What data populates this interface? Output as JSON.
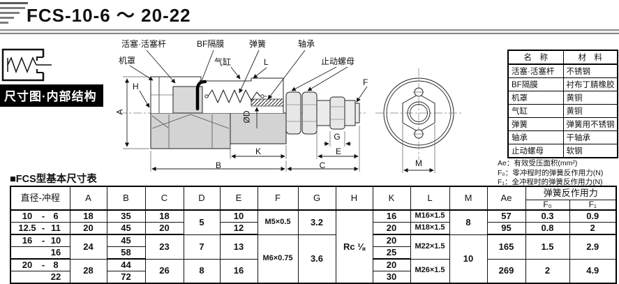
{
  "page": {
    "title": "FCS-10-6 ～ 20-22",
    "section_label": "尺寸图·内部结构"
  },
  "diagram": {
    "labels": {
      "piston": "活塞·活塞杆",
      "cover": "机罩",
      "bf": "BF隔膜",
      "cylinder": "气缸",
      "spring": "弹簧",
      "bearing": "轴承",
      "stop_nut": "止动螺母",
      "dim_a": "A",
      "dim_h": "H",
      "dim_l": "L",
      "dim_f": "F",
      "dim_od": "ØD",
      "dim_k": "K",
      "dim_b": "B",
      "dim_c": "C",
      "dim_e": "E",
      "dim_g": "G",
      "dim_m": "M"
    }
  },
  "materials_table": {
    "headers": [
      "名　称",
      "材　料"
    ],
    "rows": [
      [
        "活塞·活塞杆",
        "不锈钢"
      ],
      [
        "BF隔膜",
        "衬布丁腈橡胶"
      ],
      [
        "机罩",
        "黄铜"
      ],
      [
        "气缸",
        "黄铜"
      ],
      [
        "弹簧",
        "弹簧用不锈钢"
      ],
      [
        "轴承",
        "干轴承"
      ],
      [
        "止动螺母",
        "软钢"
      ]
    ]
  },
  "notes": [
    "Ae：有效受压面积(mm²)",
    "F₀：零冲程时的弹簧反作用力(N)",
    "F₁：全冲程时的弹簧反作用力(N)"
  ],
  "size_table": {
    "title": "■FCS型基本尺寸表",
    "col_headers": {
      "dia_stroke": "直径-冲程",
      "A": "A",
      "B": "B",
      "C": "C",
      "D": "D",
      "E": "E",
      "F": "F",
      "G": "G",
      "H": "H",
      "K": "K",
      "L": "L",
      "M": "M",
      "Ae": "Ae",
      "spring_group": "弹簧反作用力",
      "F0": "F₀",
      "F1": "F₁"
    },
    "rows": {
      "r1": {
        "dia": "10",
        "sep": "-",
        "stroke": "6",
        "A": "18",
        "B": "35",
        "C": "18",
        "D": "5",
        "E": "10",
        "F": "M5×0.5",
        "G": "3.2",
        "H": "Rc ⅛",
        "K": "16",
        "L": "M16×1.5",
        "M": "8",
        "Ae": "57",
        "F0": "0.3",
        "F1": "0.9"
      },
      "r2": {
        "dia": "12.5",
        "sep": "-",
        "stroke": "11",
        "A": "20",
        "B": "45",
        "C": "20",
        "E": "12",
        "K": "20",
        "L": "M18×1.5",
        "Ae": "95",
        "F0": "0.8",
        "F1": "2"
      },
      "r3": {
        "dia": "16",
        "sep": "-",
        "stroke": "10",
        "A": "24",
        "B": "45",
        "C": "23",
        "D": "7",
        "E": "13",
        "F": "M6×0.75",
        "G": "3.6",
        "K": "20",
        "L": "M22×1.5",
        "M": "10",
        "Ae": "165",
        "F0": "1.5",
        "F1": "2.9"
      },
      "r4": {
        "stroke": "16",
        "B": "58",
        "K": "25"
      },
      "r5": {
        "dia": "20",
        "sep": "-",
        "stroke": "8",
        "A": "28",
        "B": "44",
        "C": "26",
        "D": "8",
        "E": "16",
        "K": "20",
        "L": "M26×1.5",
        "Ae": "269",
        "F0": "2",
        "F1": "4.9"
      },
      "r6": {
        "stroke": "22",
        "B": "72",
        "K": "30"
      }
    }
  }
}
